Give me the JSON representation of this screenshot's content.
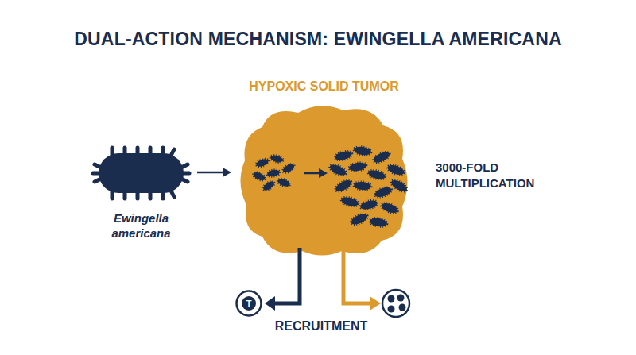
{
  "diagram": {
    "title": "DUAL-ACTION MECHANISM: EWINGELLA AMERICANA",
    "nodes": [
      {
        "text": [
          "Ewingella americana"
        ]
      },
      {
        "text": [
          "HYPOXIC SOLID TUMOR"
        ]
      },
      {
        "text": [
          "T"
        ]
      }
    ],
    "edges": [
      {
        "from": 0,
        "to": 1,
        "arrow": "to"
      },
      {
        "from": 1,
        "to": 2,
        "arrow": "to"
      }
    ],
    "labels": [
      "3000-FOLD MULTIPLICATION",
      "RECRUITMENT"
    ]
  }
}
